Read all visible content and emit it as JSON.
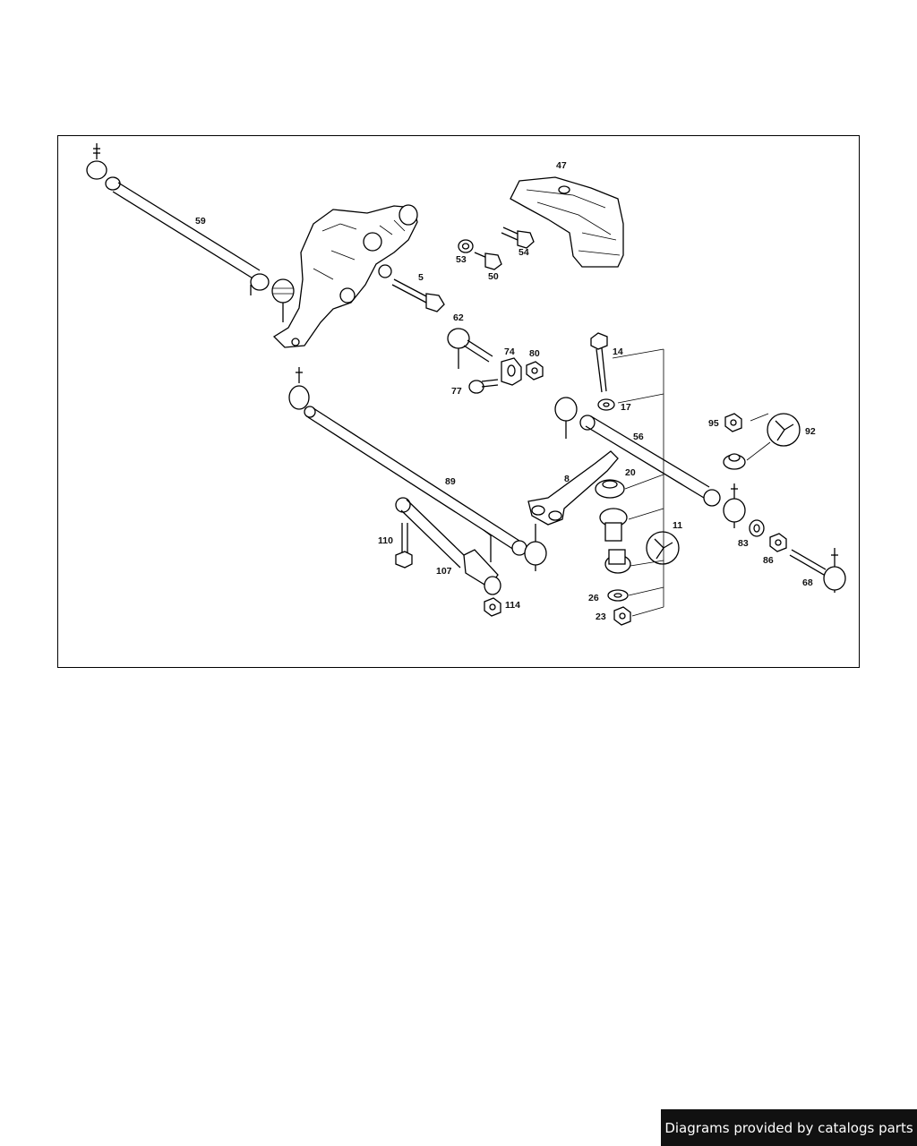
{
  "diagram": {
    "labels": [
      {
        "id": "59",
        "text": "59"
      },
      {
        "id": "47",
        "text": "47"
      },
      {
        "id": "5",
        "text": "5"
      },
      {
        "id": "53",
        "text": "53"
      },
      {
        "id": "54",
        "text": "54"
      },
      {
        "id": "50",
        "text": "50"
      },
      {
        "id": "62",
        "text": "62"
      },
      {
        "id": "74",
        "text": "74"
      },
      {
        "id": "80",
        "text": "80"
      },
      {
        "id": "77",
        "text": "77"
      },
      {
        "id": "14",
        "text": "14"
      },
      {
        "id": "17",
        "text": "17"
      },
      {
        "id": "56",
        "text": "56"
      },
      {
        "id": "95",
        "text": "95"
      },
      {
        "id": "92",
        "text": "92"
      },
      {
        "id": "89",
        "text": "89"
      },
      {
        "id": "8",
        "text": "8"
      },
      {
        "id": "20",
        "text": "20"
      },
      {
        "id": "11",
        "text": "11"
      },
      {
        "id": "83",
        "text": "83"
      },
      {
        "id": "86",
        "text": "86"
      },
      {
        "id": "68",
        "text": "68"
      },
      {
        "id": "110",
        "text": "110"
      },
      {
        "id": "107",
        "text": "107"
      },
      {
        "id": "114",
        "text": "114"
      },
      {
        "id": "26",
        "text": "26"
      },
      {
        "id": "23",
        "text": "23"
      }
    ]
  },
  "footer": {
    "text": "Diagrams provided by catalogs parts"
  }
}
